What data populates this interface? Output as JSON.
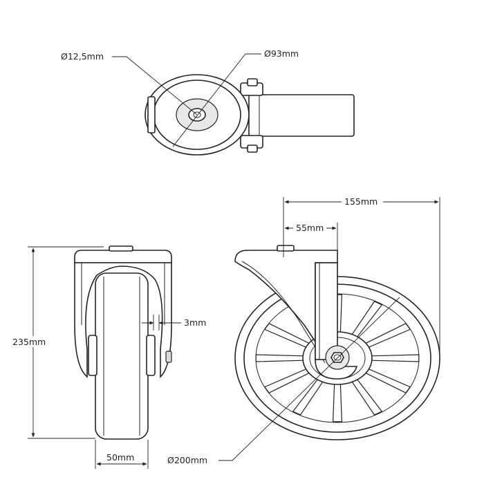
{
  "dimensions": {
    "axle_diameter": "Ø12,5mm",
    "top_wheel_diameter": "Ø93mm",
    "total_width": "155mm",
    "offset": "55mm",
    "total_height": "235mm",
    "plate_gap": "3mm",
    "wheel_width": "50mm",
    "wheel_diameter": "Ø200mm"
  },
  "colors": {
    "line": "#222222",
    "background": "#ffffff",
    "hub_fill": "#e8e8e8"
  }
}
